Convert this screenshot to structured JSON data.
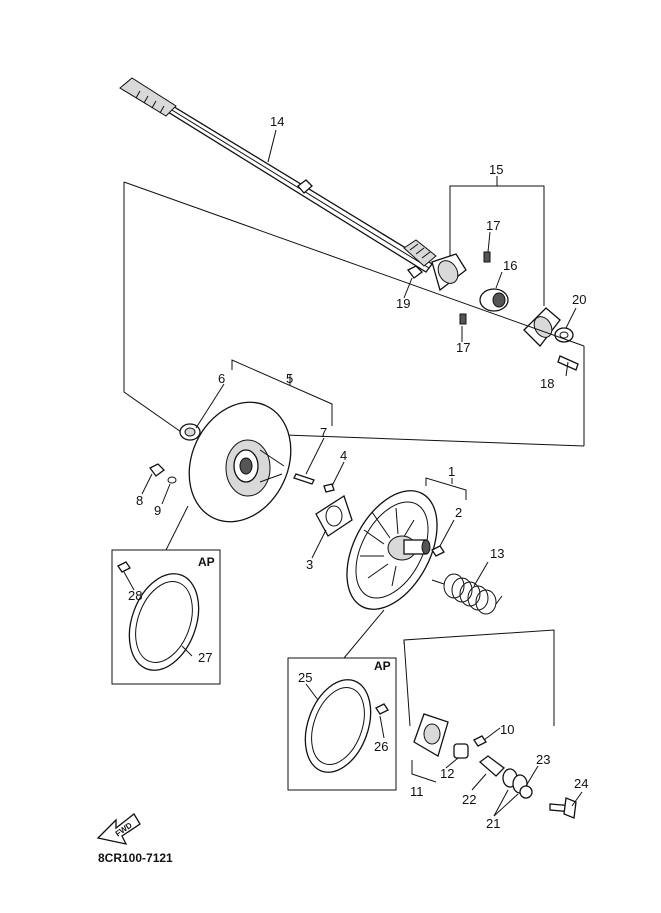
{
  "callouts": {
    "c1": "1",
    "c2": "2",
    "c3": "3",
    "c4": "4",
    "c5": "5",
    "c6": "6",
    "c7": "7",
    "c8": "8",
    "c9": "9",
    "c10": "10",
    "c11": "11",
    "c12": "12",
    "c13": "13",
    "c14": "14",
    "c15": "15",
    "c16": "16",
    "c17a": "17",
    "c17b": "17",
    "c18": "18",
    "c19": "19",
    "c20": "20",
    "c21": "21",
    "c22": "22",
    "c23": "23",
    "c24": "24",
    "c25": "25",
    "c26": "26",
    "c27": "27",
    "c28": "28"
  },
  "insets": {
    "ap_left": "AP",
    "ap_right": "AP"
  },
  "fwd_label": "FWD",
  "diagram_code": "8CR100-7121"
}
